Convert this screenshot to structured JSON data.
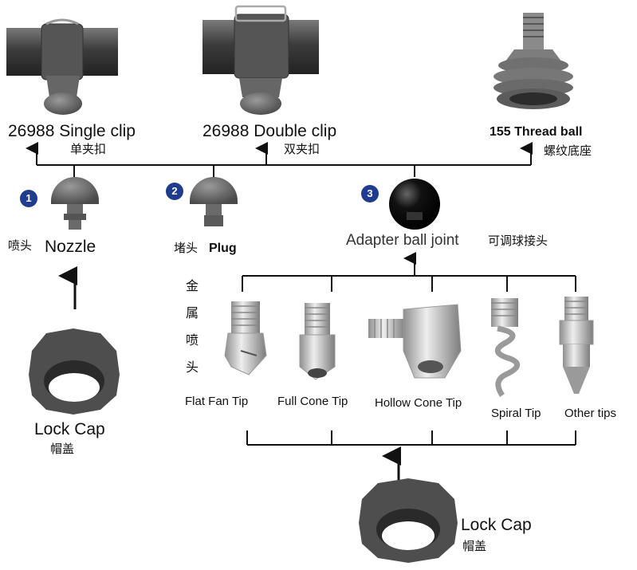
{
  "top_mounts": [
    {
      "name": "26988 Single clip",
      "cn": "单夹扣"
    },
    {
      "name": "26988 Double clip",
      "cn": "双夹扣"
    },
    {
      "name": "155 Thread ball",
      "cn": "螺纹底座"
    }
  ],
  "middle": [
    {
      "num": "1",
      "cn": "喷头",
      "name": "Nozzle"
    },
    {
      "num": "2",
      "cn": "堵头",
      "name": "Plug"
    },
    {
      "num": "3",
      "name": "Adapter ball joint",
      "cn": "可调球接头"
    }
  ],
  "metal_label": [
    "金",
    "属",
    "喷",
    "头"
  ],
  "tips": [
    "Flat Fan Tip",
    "Full Cone Tip",
    "Hollow Cone Tip",
    "Spiral Tip",
    "Other tips"
  ],
  "lock_cap_left": {
    "name": "Lock Cap",
    "cn": "帽盖"
  },
  "lock_cap_bottom": {
    "name": "Lock Cap",
    "cn": "帽盖"
  },
  "colors": {
    "line": "#111111",
    "badge": "#1f3c8f",
    "plastic": "#5a5a5a",
    "steel": "#c9c9c9"
  }
}
